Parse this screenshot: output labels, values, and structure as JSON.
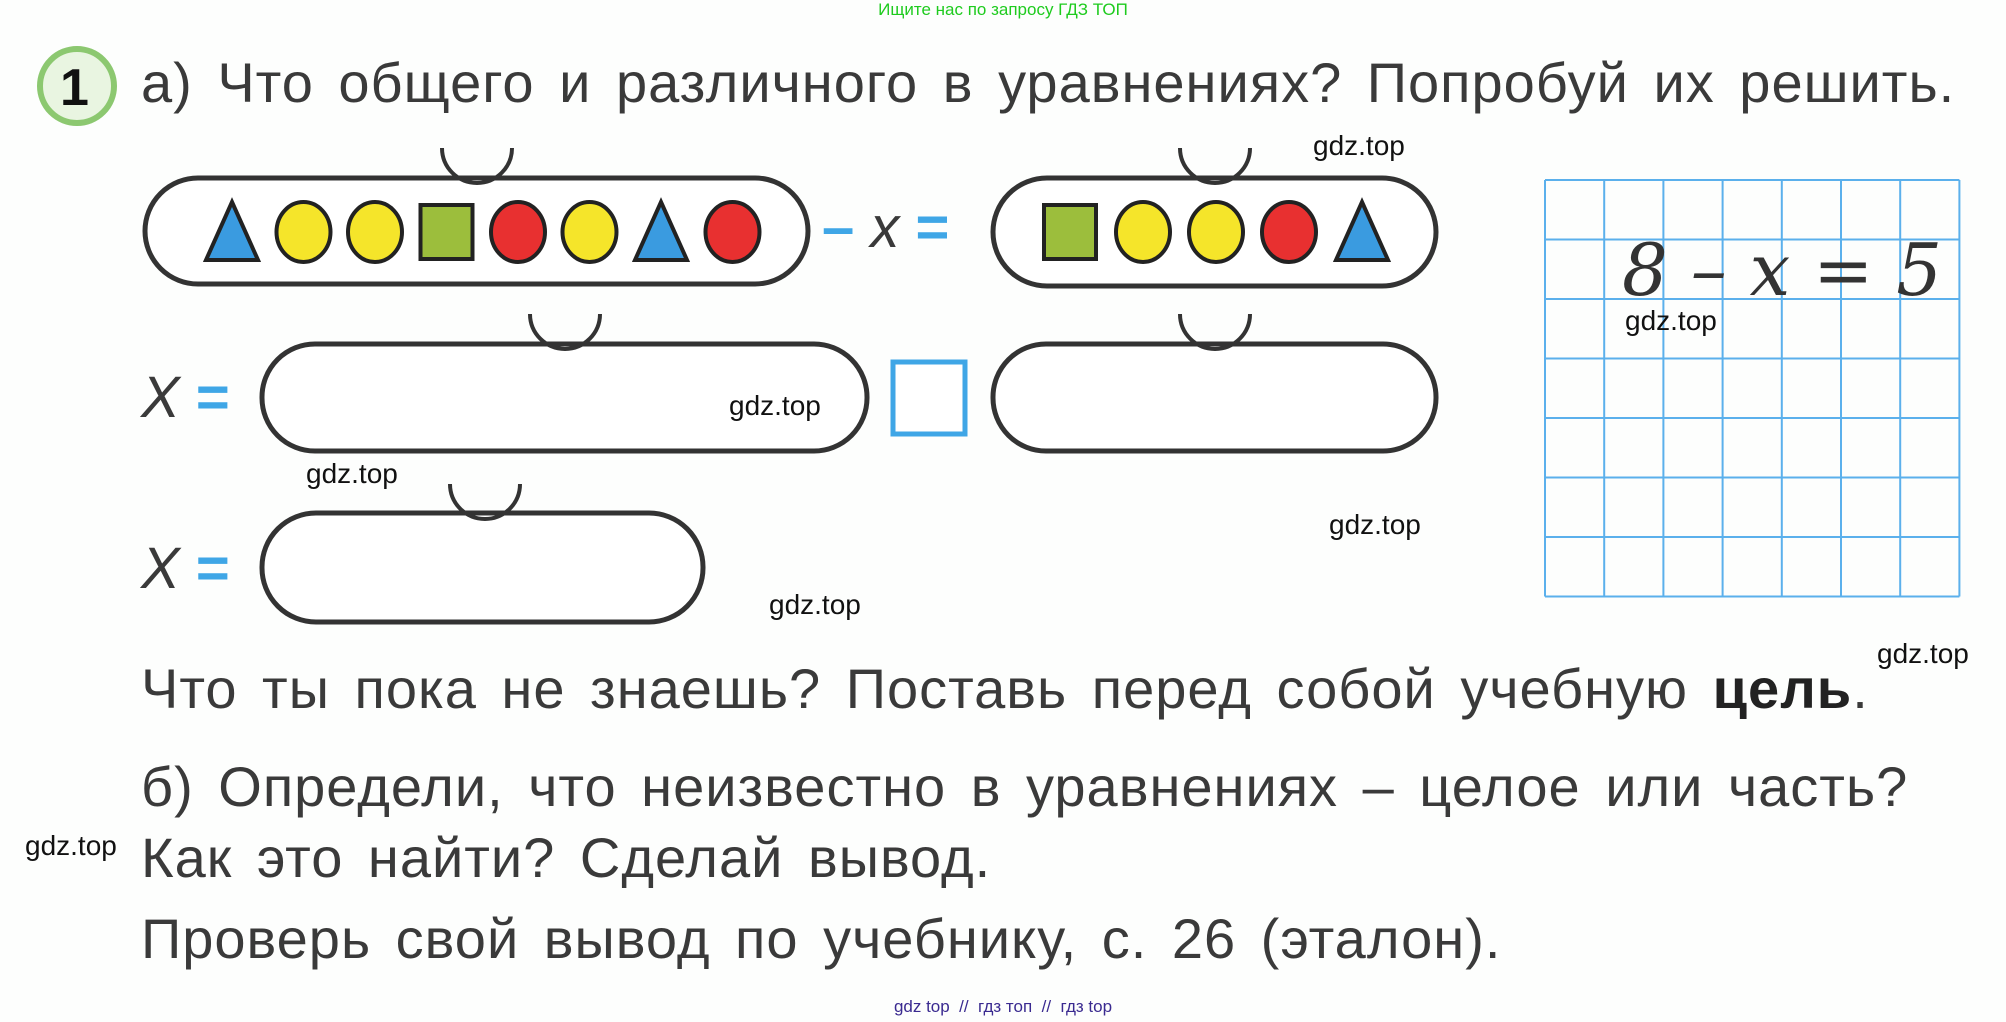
{
  "watermark_top": "Ищите нас по запросу ГДЗ ТОП",
  "watermark_bottom": "gdz top  //  гдз топ  //  гдз top",
  "watermark": "gdz.top",
  "task_number": "1",
  "task_a": "а) Что общего и различного в уравнениях? Попробуй их решить.",
  "minus": "–",
  "x_var": "x",
  "x_var_upper": "X",
  "equals": "=",
  "pill1_shapes": [
    "triangle-blue",
    "circle-yellow",
    "circle-yellow",
    "square-green",
    "circle-red",
    "circle-yellow",
    "triangle-blue",
    "circle-red"
  ],
  "pill2_shapes": [
    "square-green",
    "circle-yellow",
    "circle-yellow",
    "circle-red",
    "triangle-blue"
  ],
  "grid_equation": "8 – x = 5",
  "question_text": "Что ты пока не знаешь? Поставь перед собой учебную ",
  "question_bold": "цель",
  "question_end": ".",
  "task_b_line1": "б) Определи, что неизвестно в уравнениях – целое или часть?",
  "task_b_line2": "Как это найти? Сделай вывод.",
  "check_line": "Проверь свой вывод по учебнику, с. 26 (эталон).",
  "colors": {
    "blue": "#3a9be0",
    "yellow": "#f5e52a",
    "red": "#e83030",
    "green": "#9cbe3c",
    "grid": "#5bb0ec",
    "badge": "#8cc870"
  }
}
